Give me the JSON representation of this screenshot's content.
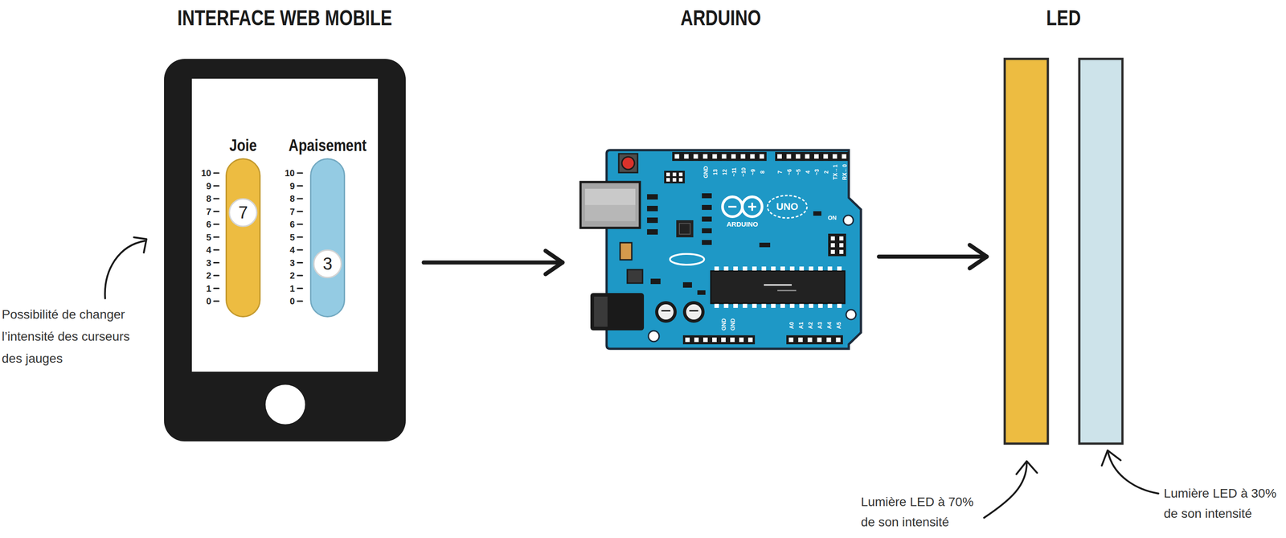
{
  "diagram": {
    "nodes": [
      {
        "text": [
          "INTERFACE WEB MOBILE"
        ]
      },
      {
        "text": [
          "Joie",
          "7"
        ],
        "in": 0
      },
      {
        "text": [
          "Apaisement",
          "3"
        ],
        "in": 0
      },
      {
        "text": [
          "ARDUINO"
        ]
      },
      {
        "text": [
          "LED"
        ]
      }
    ],
    "edges": [
      {
        "from": 0,
        "to": 3,
        "arrow": "to"
      },
      {
        "from": 3,
        "to": 4,
        "arrow": "to"
      }
    ],
    "labels": [
      "10",
      "9",
      "8",
      "7",
      "6",
      "5",
      "4",
      "3",
      "2",
      "1",
      "0",
      "10",
      "9",
      "8",
      "7",
      "6",
      "5",
      "4",
      "3",
      "2",
      "1",
      "0",
      "GND",
      "13",
      "12",
      "~11",
      "~10",
      "~9",
      "8",
      "7",
      "~6",
      "~5",
      "4",
      "~3",
      "2",
      "TX→1",
      "RX←0",
      "ARDUINO",
      "UNO",
      "ON",
      "GND",
      "GND",
      "A0",
      "A1",
      "A2",
      "A3",
      "A4",
      "A5",
      "Possibilité de changer l’intensité des curseurs des jauges",
      "Lumière LED à 70% de son intensité",
      "Lumière LED à 30% de son intensité"
    ]
  }
}
